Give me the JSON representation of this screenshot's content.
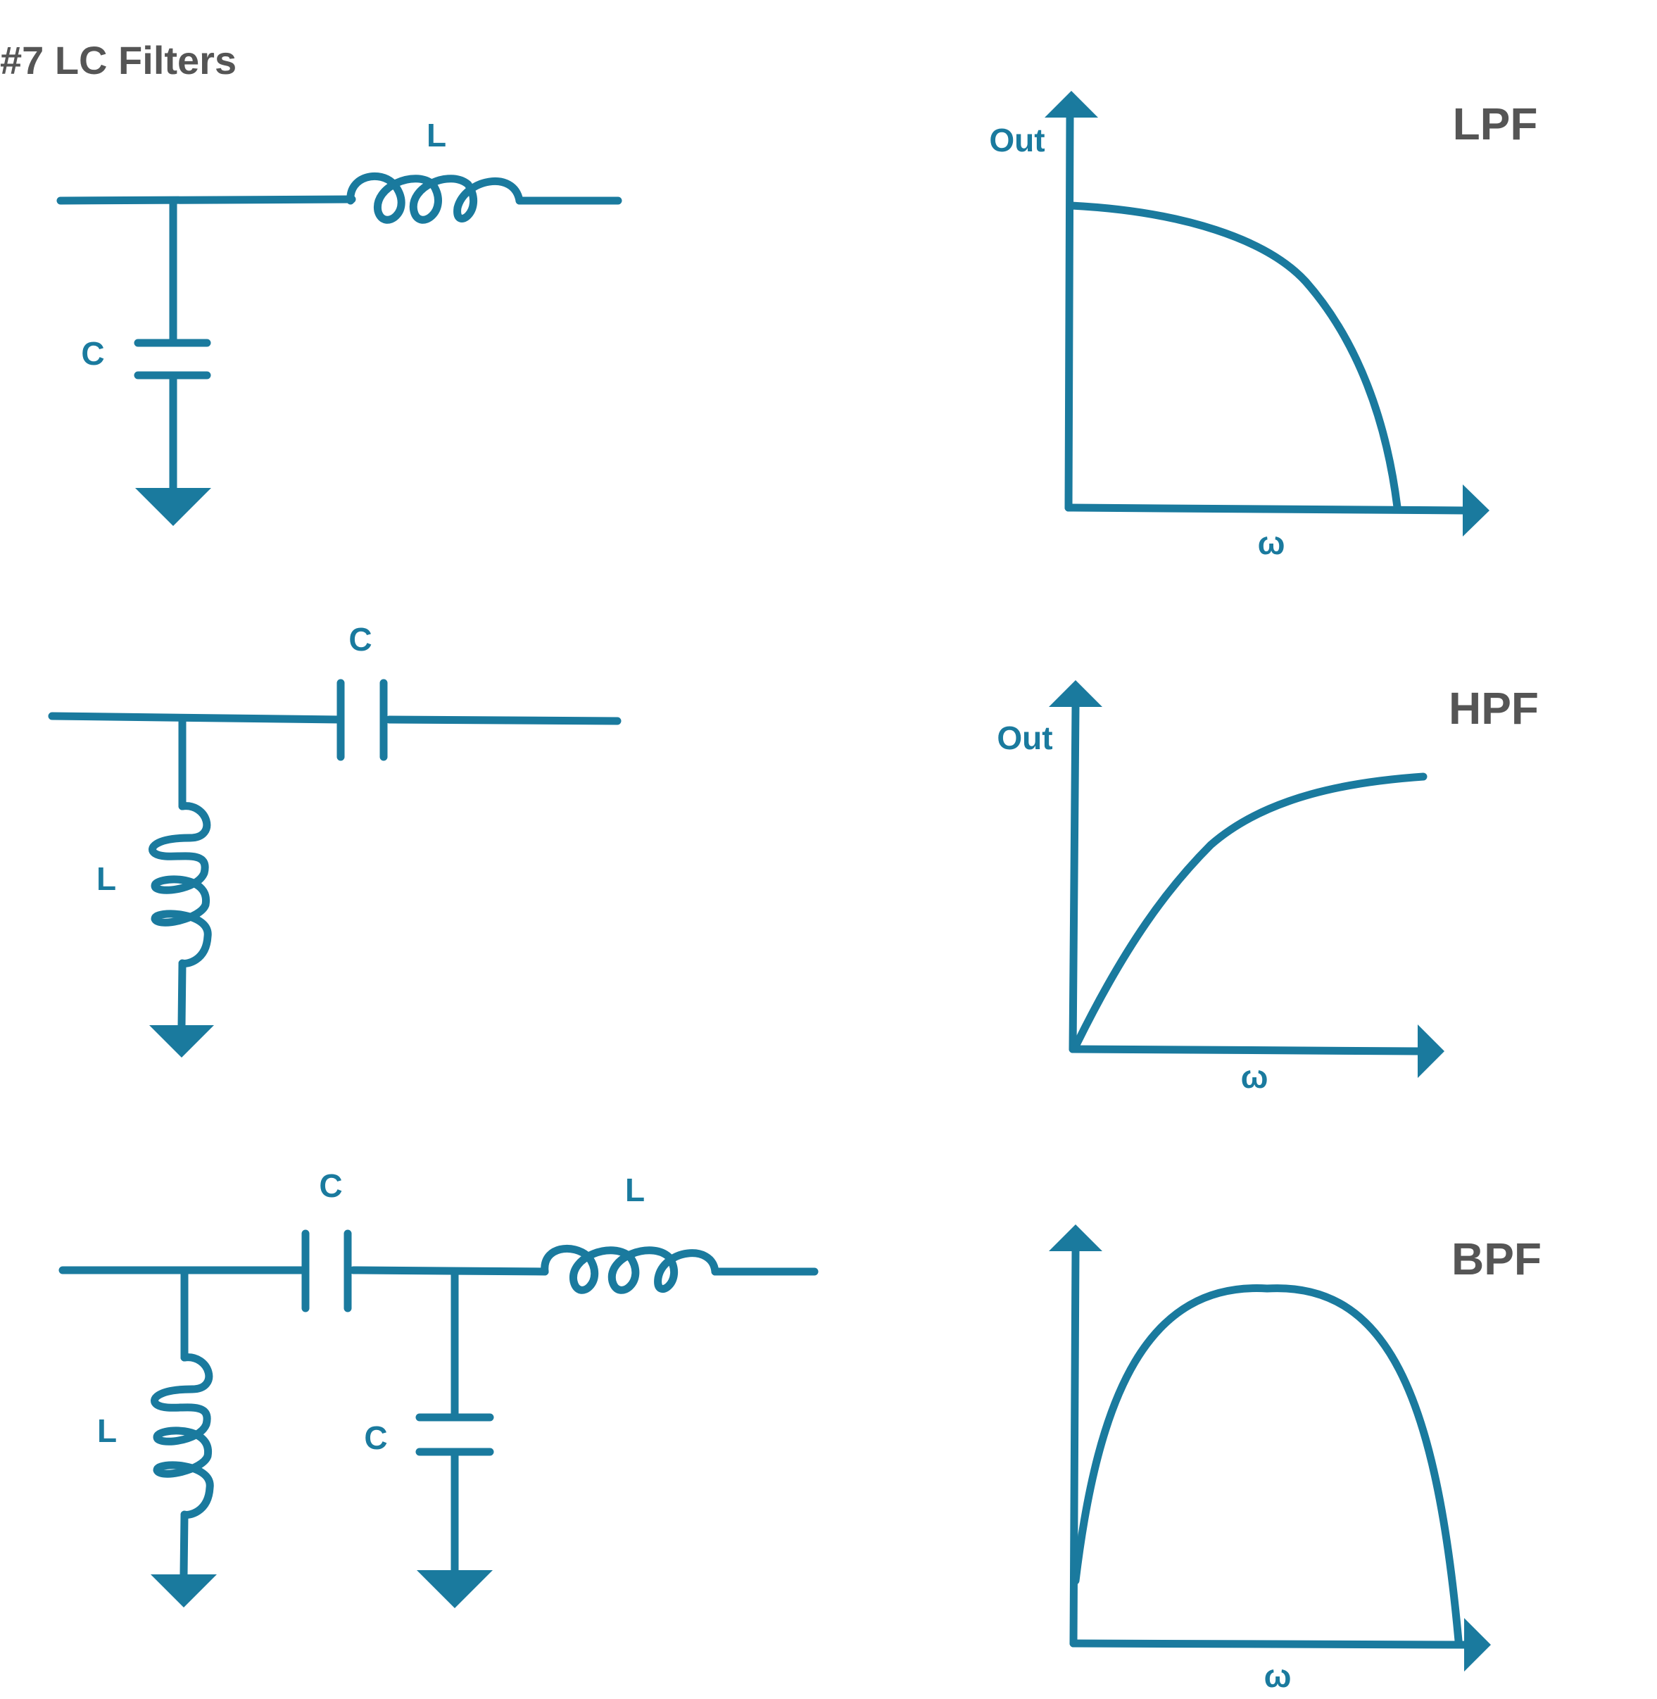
{
  "title": "#7 LC Filters",
  "colors": {
    "accent": "#1a7a9e",
    "title": "#555555",
    "background": "#ffffff"
  },
  "filters": [
    {
      "id": "lpf",
      "name": "LPF",
      "circuit_labels": {
        "series": "L",
        "shunt": "C"
      },
      "graph": {
        "y_label": "Out",
        "x_label": "ω",
        "response": "low-pass"
      }
    },
    {
      "id": "hpf",
      "name": "HPF",
      "circuit_labels": {
        "series": "C",
        "shunt": "L"
      },
      "graph": {
        "y_label": "Out",
        "x_label": "ω",
        "response": "high-pass"
      }
    },
    {
      "id": "bpf",
      "name": "BPF",
      "circuit_labels": {
        "series_1": "C",
        "series_2": "L",
        "shunt_1": "L",
        "shunt_2": "C"
      },
      "graph": {
        "y_label": "",
        "x_label": "ω",
        "response": "band-pass"
      }
    }
  ]
}
